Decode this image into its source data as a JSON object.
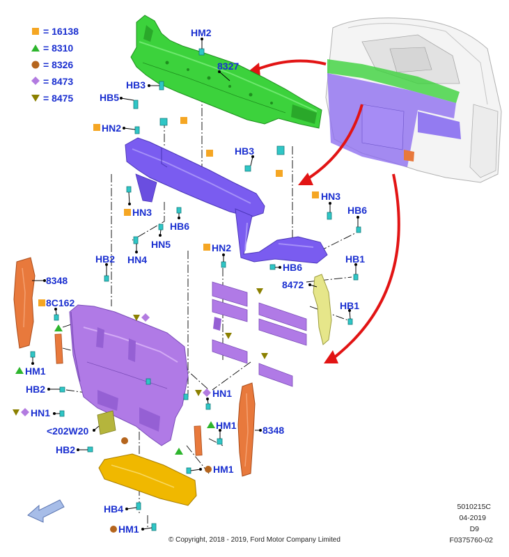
{
  "legend": [
    {
      "code": "16138",
      "shape": "square",
      "color": "#f5a623"
    },
    {
      "code": "8310",
      "shape": "triangle",
      "color": "#2db52d"
    },
    {
      "code": "8326",
      "shape": "circle",
      "color": "#b5651d"
    },
    {
      "code": "8473",
      "shape": "diamond",
      "color": "#b27be0"
    },
    {
      "code": "8475",
      "shape": "triangle-down",
      "color": "#8b8000"
    }
  ],
  "labels": {
    "hm2": "HM2",
    "p8327": "8327",
    "hb3a": "HB3",
    "hb5": "HB5",
    "hn2a": "HN2",
    "hb3b": "HB3",
    "hn3a": "HN3",
    "hb6a": "HB6",
    "hn5": "HN5",
    "hn4": "HN4",
    "hn3b": "HN3",
    "hb6b": "HB6",
    "hn2b": "HN2",
    "hb6c": "HB6",
    "hb2a": "HB2",
    "hb1a": "HB1",
    "p8472": "8472",
    "p8348a": "8348",
    "p8c162": "8C162",
    "hb1b": "HB1",
    "hm1a": "HM1",
    "hb2b": "HB2",
    "hn1a": "HN1",
    "hn1b": "HN1",
    "w202": "<202W20",
    "hm1b": "HM1",
    "p8348b": "8348",
    "hb2c": "HB2",
    "hm1c": "HM1",
    "hb4": "HB4",
    "hm1d": "HM1"
  },
  "meta": {
    "line1": "5010215C",
    "line2": "04-2019",
    "line3": "D9",
    "line4": "F0375760-02"
  },
  "copyright": "© Copyright, 2018 - 2019, Ford Motor Company Limited",
  "colors": {
    "label": "#1a2fd0",
    "green": "#3cd23c",
    "purple": "#7a5cf0",
    "violet": "#b07ae6",
    "orange": "#e8793c",
    "yellow": "#f0b800",
    "khaki": "#e6e68a",
    "teal": "#2fc6c6",
    "red": "#e21414"
  }
}
